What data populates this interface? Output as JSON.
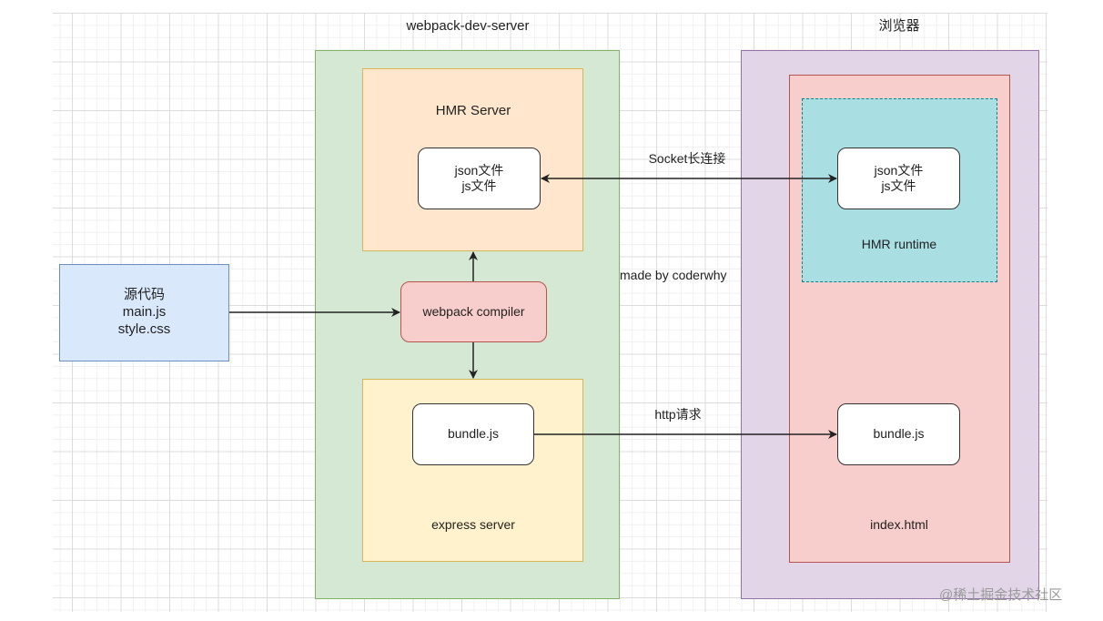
{
  "diagram": {
    "groups": {
      "dev_server_title": "webpack-dev-server",
      "browser_title": "浏览器"
    },
    "source": {
      "lines": [
        "源代码",
        "main.js",
        "style.css"
      ]
    },
    "hmr_server": {
      "label": "HMR Server",
      "files_lines": [
        "json文件",
        "js文件"
      ]
    },
    "compiler": {
      "label": "webpack compiler"
    },
    "express_server": {
      "label": "express server",
      "bundle_label": "bundle.js"
    },
    "browser": {
      "hmr_runtime_label": "HMR runtime",
      "files_lines": [
        "json文件",
        "js文件"
      ],
      "page_label": "index.html",
      "bundle_label": "bundle.js"
    },
    "edges": {
      "socket_label": "Socket长连接",
      "http_label": "http请求"
    },
    "credit": "made by coderwhy",
    "watermark": "@稀土掘金技术社区",
    "colors": {
      "dev_server_fill": "#d5e8d4",
      "dev_server_stroke": "#82b366",
      "hmr_server_fill": "#ffe6cc",
      "hmr_server_stroke": "#d6b656",
      "express_fill": "#fff2cc",
      "express_stroke": "#d6b656",
      "compiler_fill": "#f8cecc",
      "compiler_stroke": "#b85450",
      "source_fill": "#dae8fc",
      "source_stroke": "#6c8ebf",
      "browser_fill": "#e1d5e7",
      "browser_stroke": "#9673a6",
      "page_fill": "#f8cecc",
      "page_stroke": "#b85450",
      "runtime_fill": "#a9dfe3",
      "runtime_stroke": "#0e8088"
    }
  }
}
